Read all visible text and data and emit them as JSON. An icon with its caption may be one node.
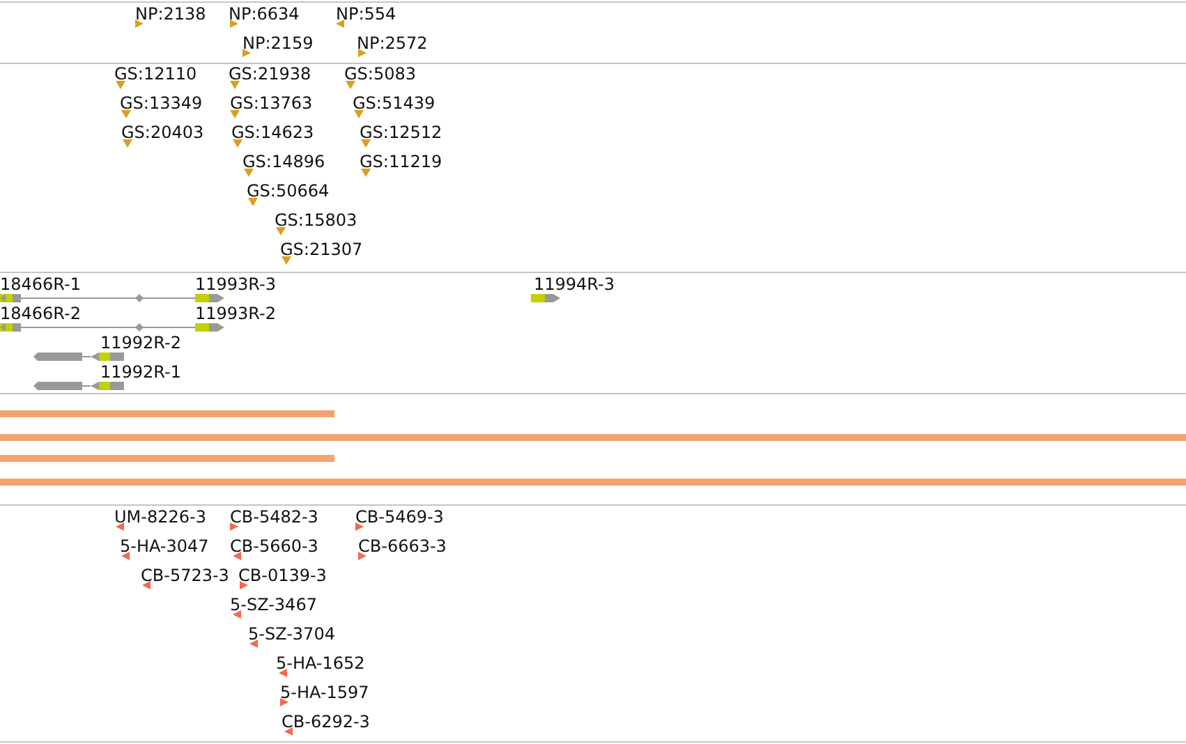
{
  "diagram": {
    "labels": [
      "NP:2138",
      "NP:6634",
      "NP:554",
      "NP:2159",
      "NP:2572",
      "GS:12110",
      "GS:21938",
      "GS:5083",
      "GS:13349",
      "GS:13763",
      "GS:51439",
      "GS:20403",
      "GS:14623",
      "GS:12512",
      "GS:14896",
      "GS:11219",
      "GS:50664",
      "GS:15803",
      "GS:21307",
      "18466R-1",
      "11993R-3",
      "11994R-3",
      "18466R-2",
      "11993R-2",
      "11992R-2",
      "11992R-1",
      "UM-8226-3",
      "CB-5482-3",
      "CB-5469-3",
      "5-HA-3047",
      "CB-5660-3",
      "CB-6663-3",
      "CB-5723-3",
      "CB-0139-3",
      "5-SZ-3467",
      "5-SZ-3704",
      "5-HA-1652",
      "5-HA-1597",
      "CB-6292-3"
    ]
  }
}
